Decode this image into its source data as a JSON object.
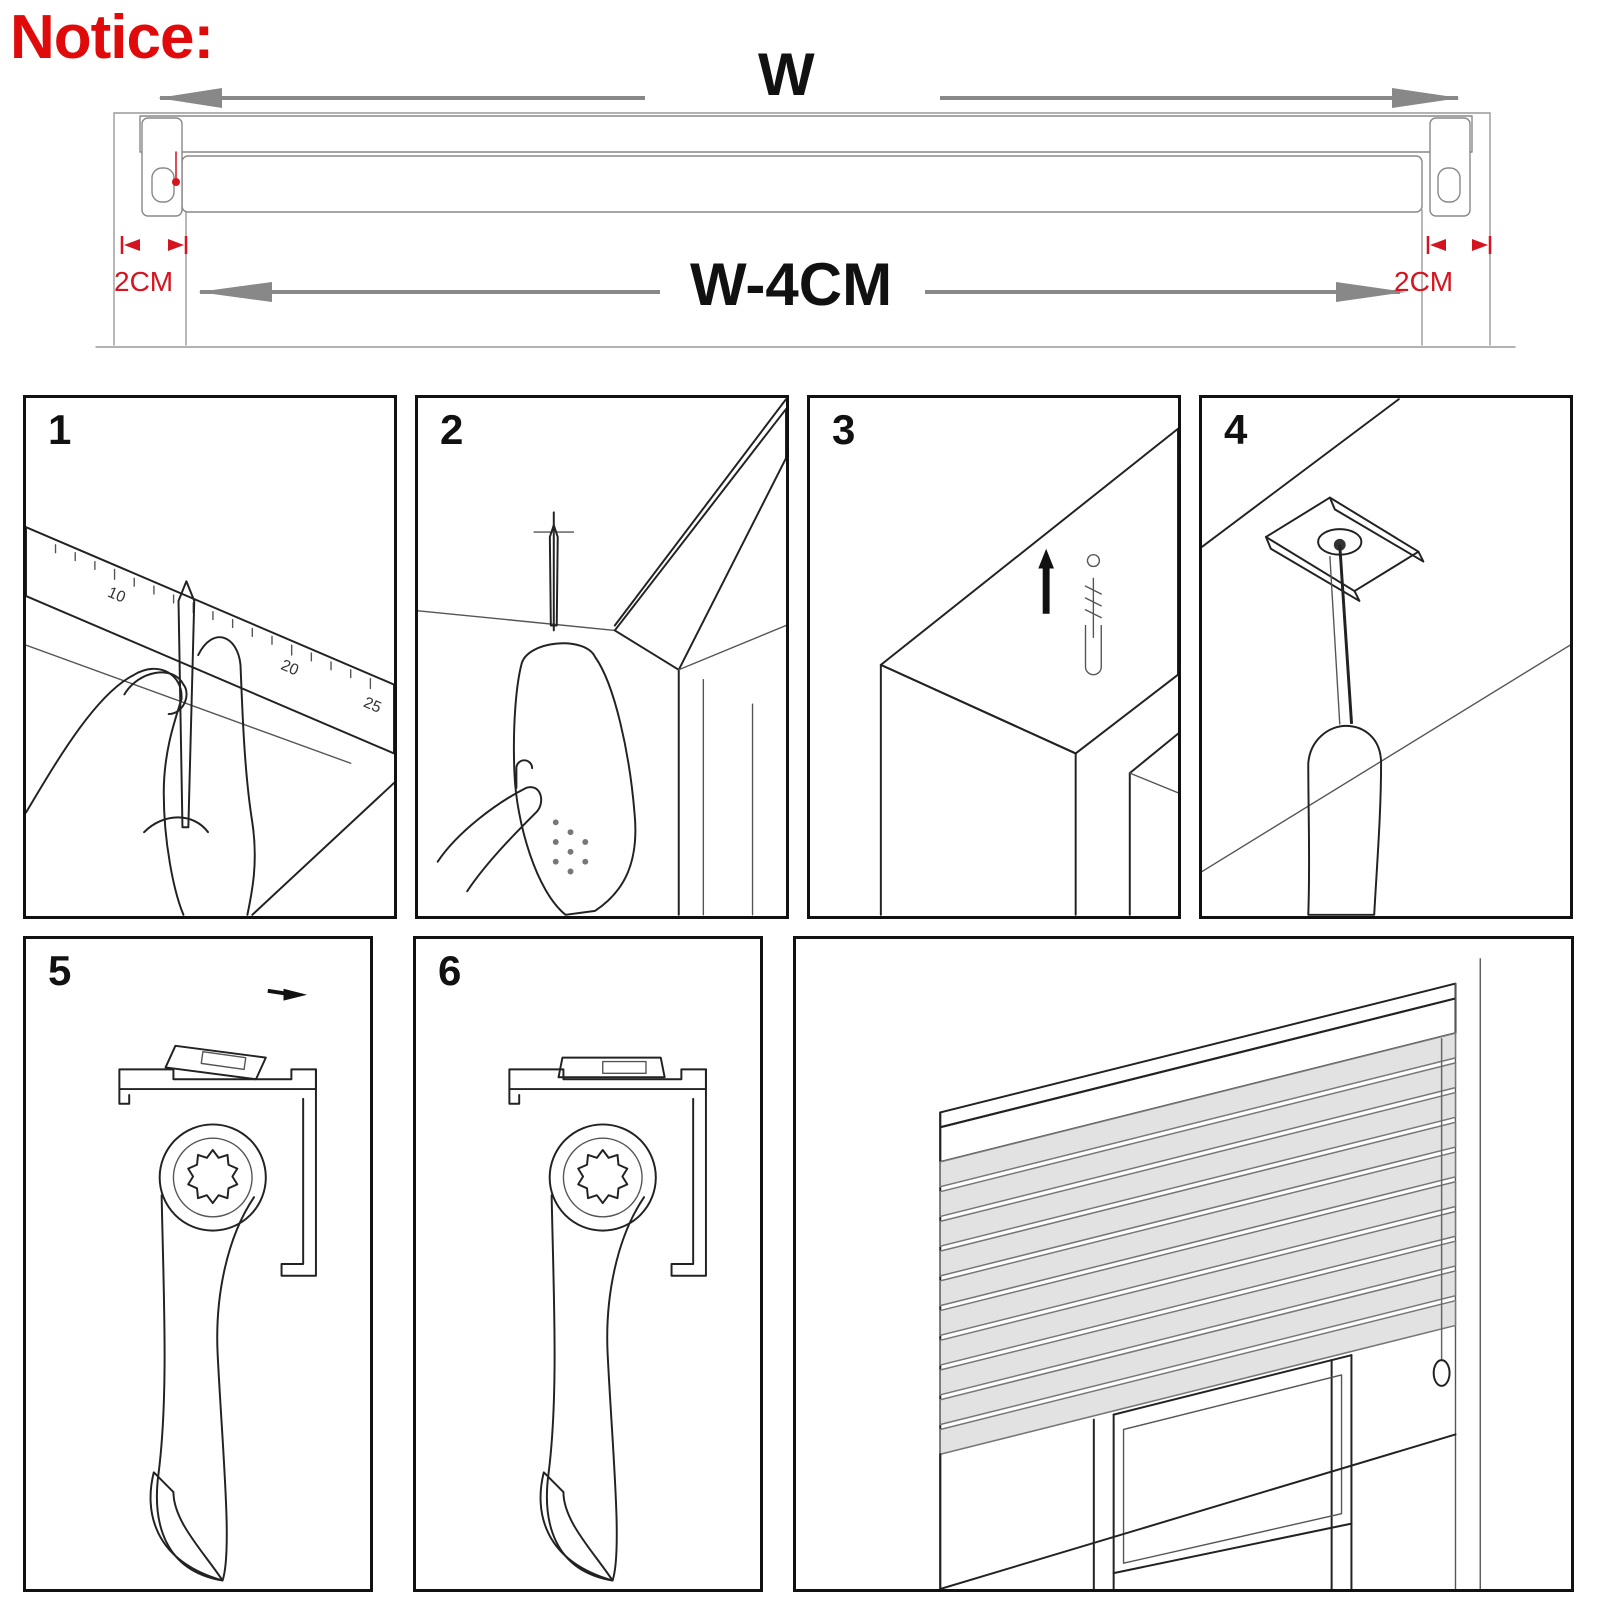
{
  "notice_label": "Notice:",
  "dimensions": {
    "width_label": "W",
    "inner_width_label": "W-4CM",
    "left_gap_label": "2CM",
    "right_gap_label": "2CM"
  },
  "steps": [
    {
      "number": "1",
      "icon": "pencil-ruler-mark-icon"
    },
    {
      "number": "2",
      "icon": "drill-icon"
    },
    {
      "number": "3",
      "icon": "wall-plug-icon"
    },
    {
      "number": "4",
      "icon": "screwdriver-bracket-icon"
    },
    {
      "number": "5",
      "icon": "bracket-clip-open-icon"
    },
    {
      "number": "6",
      "icon": "bracket-clip-locked-icon"
    }
  ],
  "colors": {
    "notice": "#e00a0a",
    "gap_marks": "#d4141e",
    "lines": "#222222"
  }
}
